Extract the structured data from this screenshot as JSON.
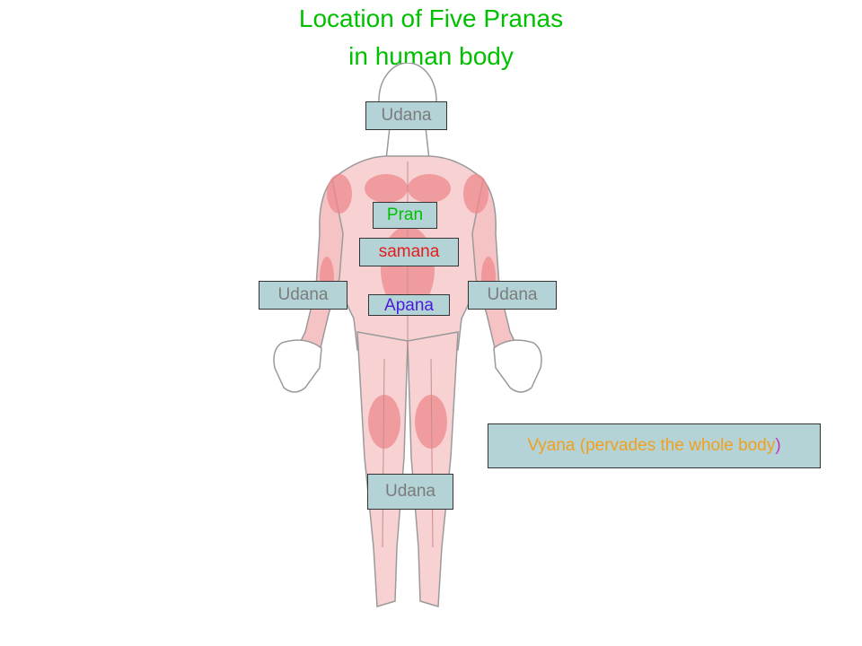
{
  "title": {
    "line1": "Location of Five Pranas",
    "line2": "in human body"
  },
  "labels": {
    "udana_head": "Udana",
    "pran": "Pran",
    "samana": "samana",
    "udana_left": "Udana",
    "udana_right": "Udana",
    "apana": "Apana",
    "udana_legs": "Udana",
    "vyana_text": "Vyana (pervades the whole body",
    "vyana_close_paren": ")"
  },
  "colors": {
    "title": "#00c000",
    "label_bg": "#b3d3d6",
    "udana": "#7c7c7c",
    "pran": "#00c000",
    "samana": "#e51c1c",
    "apana": "#4a1bdc",
    "vyana": "#f0a020",
    "vyana_paren": "#c033c0",
    "muscle": "#f2a4a6"
  },
  "figure": {
    "icon": "human-muscle-anatomy-figure"
  }
}
